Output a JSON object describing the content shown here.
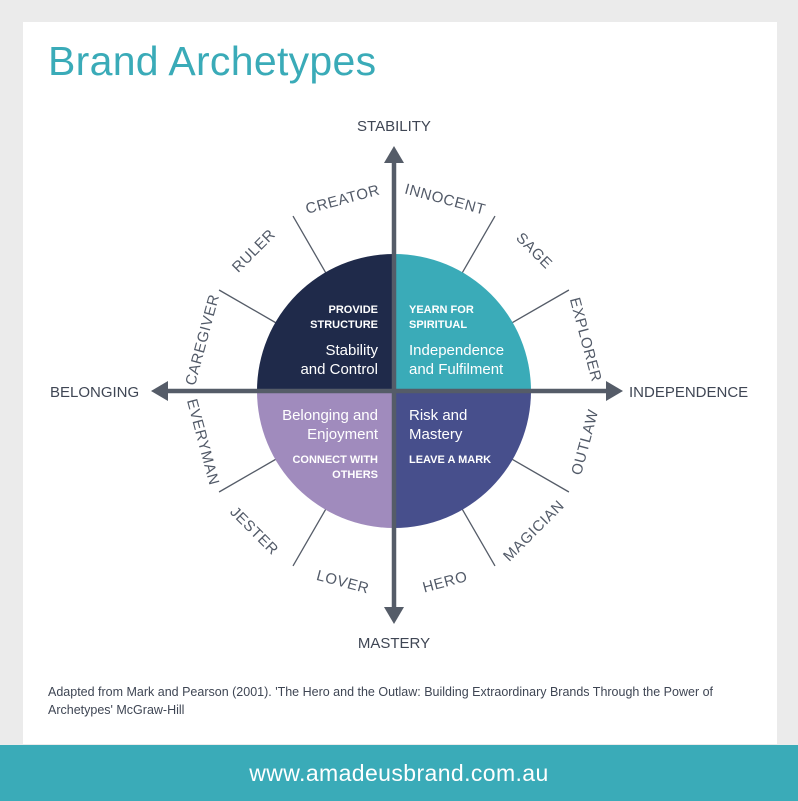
{
  "title": "Brand Archetypes",
  "axes": {
    "top": "STABILITY",
    "bottom": "MASTERY",
    "left": "BELONGING",
    "right": "INDEPENDENCE"
  },
  "quadrants": {
    "top_left": {
      "sub": [
        "PROVIDE",
        "STRUCTURE"
      ],
      "main": [
        "Stability",
        "and Control"
      ],
      "color": "#1f2a4a"
    },
    "top_right": {
      "sub": [
        "YEARN FOR",
        "SPIRITUAL"
      ],
      "main": [
        "Independence",
        "and Fulfilment"
      ],
      "color": "#3aabb8"
    },
    "bottom_left": {
      "main": [
        "Belonging and",
        "Enjoyment"
      ],
      "sub": [
        "CONNECT WITH",
        "OTHERS"
      ],
      "color": "#a08bbd"
    },
    "bottom_right": {
      "main": [
        "Risk and",
        "Mastery"
      ],
      "sub": [
        "LEAVE A MARK"
      ],
      "color": "#474f8c"
    }
  },
  "archetypes": [
    "INNOCENT",
    "SAGE",
    "EXPLORER",
    "OUTLAW",
    "MAGICIAN",
    "HERO",
    "LOVER",
    "JESTER",
    "EVERYMAN",
    "CAREGIVER",
    "RULER",
    "CREATOR"
  ],
  "caption": "Adapted from Mark and Pearson (2001). 'The Hero and the Outlaw: Building Extraordinary Brands Through the Power of Archetypes' McGraw-Hill",
  "footer_url": "www.amadeusbrand.com.au",
  "colors": {
    "accent": "#3aabb8",
    "axis": "#555c68",
    "text": "#3f4654"
  }
}
